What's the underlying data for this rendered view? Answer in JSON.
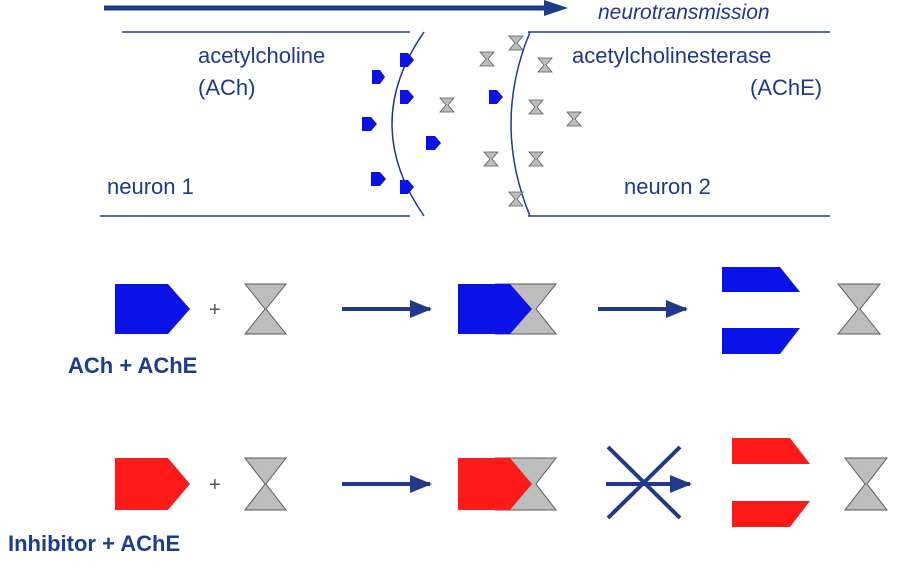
{
  "top": {
    "arrow_label": "neurotransmission",
    "ach_label_line1": "acetylcholine",
    "ach_label_line2": "(ACh)",
    "ache_label_line1": "acetylcholinesterase",
    "ache_label_line2": "(AChE)",
    "neuron1_label": "neuron 1",
    "neuron2_label": "neuron 2"
  },
  "reactions": [
    {
      "plus": "+",
      "caption": "ACh + AChE",
      "molecule_color": "#0a12e8",
      "blocked": false
    },
    {
      "plus": "+",
      "caption": "Inhibitor + AChE",
      "molecule_color": "#ff1a1a",
      "blocked": true
    }
  ],
  "colors": {
    "line": "#1f3a8a",
    "enzyme_fill": "#bdbdbd",
    "enzyme_stroke": "#5a5a5a",
    "ach": "#0a12e8"
  }
}
